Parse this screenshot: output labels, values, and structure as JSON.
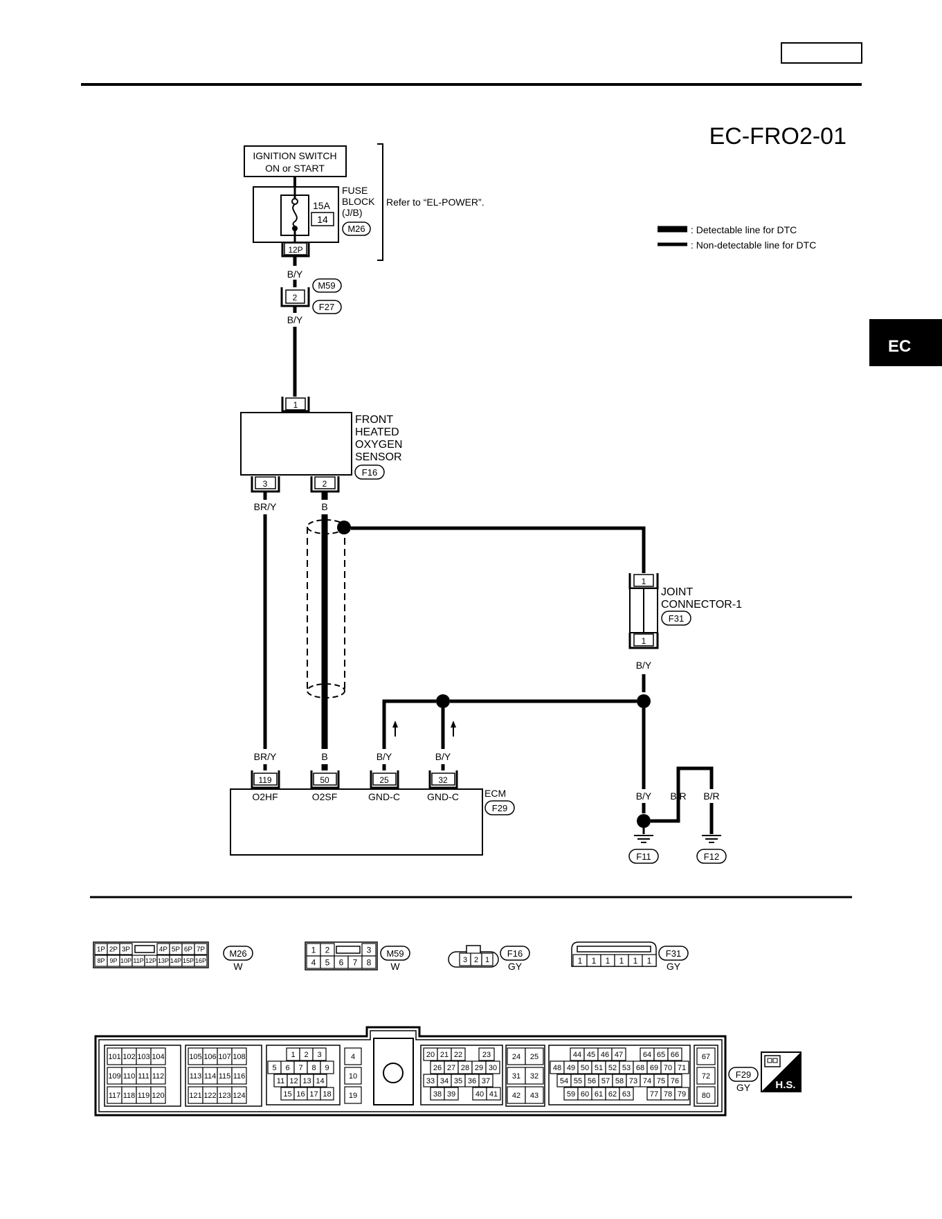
{
  "page": {
    "diagram_id": "EC-FRO2-01",
    "section_tab": "EC"
  },
  "legend": {
    "detectable": ": Detectable line for DTC",
    "non_detectable": ": Non-detectable line for DTC"
  },
  "ignition_switch": {
    "line1": "IGNITION SWITCH",
    "line2": "ON or START"
  },
  "fuse_block": {
    "label1": "FUSE",
    "label2": "BLOCK",
    "label3": "(J/B)",
    "amp": "15A",
    "fuse_no": "14",
    "connector": "M26",
    "terminal": "12P",
    "refer": "Refer to “EL-POWER”."
  },
  "harness_joint": {
    "pin": "2",
    "connector_top": "M59",
    "connector_bottom": "F27"
  },
  "wire_colors": {
    "by": "B/Y",
    "bry": "BR/Y",
    "b": "B",
    "br": "B/R"
  },
  "sensor": {
    "line1": "FRONT",
    "line2": "HEATED",
    "line3": "OXYGEN",
    "line4": "SENSOR",
    "connector": "F16",
    "pin_top": "1",
    "pin_left": "3",
    "pin_right": "2"
  },
  "joint_connector": {
    "line1": "JOINT",
    "line2": "CONNECTOR-1",
    "connector": "F31",
    "pin_top": "1",
    "pin_bottom": "1"
  },
  "ecm": {
    "label": "ECM",
    "connector": "F29",
    "terminals": [
      {
        "pin": "119",
        "name": "O2HF"
      },
      {
        "pin": "50",
        "name": "O2SF"
      },
      {
        "pin": "25",
        "name": "GND-C"
      },
      {
        "pin": "32",
        "name": "GND-C"
      }
    ]
  },
  "grounds": {
    "g1": "F11",
    "g2": "F12"
  },
  "connector_views": {
    "m26": {
      "id": "M26",
      "color": "W",
      "row1": [
        "1P",
        "2P",
        "3P",
        "4P",
        "5P",
        "6P",
        "7P"
      ],
      "row2": [
        "8P",
        "9P",
        "10P",
        "11P",
        "12P",
        "13P",
        "14P",
        "15P",
        "16P"
      ]
    },
    "m59": {
      "id": "M59",
      "color": "W",
      "row1": [
        "1",
        "2",
        "3"
      ],
      "row2": [
        "4",
        "5",
        "6",
        "7",
        "8"
      ]
    },
    "f16": {
      "id": "F16",
      "color": "GY",
      "pins": [
        "3",
        "2",
        "1"
      ]
    },
    "f31": {
      "id": "F31",
      "color": "GY",
      "pins": [
        "1",
        "1",
        "1",
        "1",
        "1",
        "1"
      ]
    },
    "f29": {
      "id": "F29",
      "color": "GY",
      "badge": "H.S.",
      "g1": [
        [
          "101",
          "102",
          "103",
          "104"
        ],
        [
          "109",
          "110",
          "111",
          "112"
        ],
        [
          "117",
          "118",
          "119",
          "120"
        ]
      ],
      "g2": [
        [
          "105",
          "106",
          "107",
          "108"
        ],
        [
          "113",
          "114",
          "115",
          "116"
        ],
        [
          "121",
          "122",
          "123",
          "124"
        ]
      ],
      "g3": [
        [
          "1",
          "2",
          "3"
        ],
        [
          "5",
          "6",
          "7",
          "8",
          "9"
        ],
        [
          "11",
          "12",
          "13",
          "14"
        ],
        [
          "15",
          "16",
          "17",
          "18"
        ]
      ],
      "g4": [
        "4",
        "10",
        "19"
      ],
      "g5": [
        [
          "20",
          "21",
          "22",
          "23"
        ],
        [
          "26",
          "27",
          "28",
          "29",
          "30"
        ],
        [
          "33",
          "34",
          "35",
          "36",
          "37"
        ],
        [
          "38",
          "39",
          "40",
          "41"
        ]
      ],
      "g6": [
        [
          "24",
          "25"
        ],
        [
          "31",
          "32"
        ],
        [
          "42",
          "43"
        ]
      ],
      "g7": [
        [
          "44",
          "45",
          "46",
          "47",
          "64",
          "65",
          "66"
        ],
        [
          "48",
          "49",
          "50",
          "51",
          "52",
          "53",
          "68",
          "69",
          "70",
          "71"
        ],
        [
          "54",
          "55",
          "56",
          "57",
          "58",
          "73",
          "74",
          "75",
          "76"
        ],
        [
          "59",
          "60",
          "61",
          "62",
          "63",
          "77",
          "78",
          "79"
        ]
      ],
      "g8": [
        "67",
        "72",
        "80"
      ]
    }
  }
}
